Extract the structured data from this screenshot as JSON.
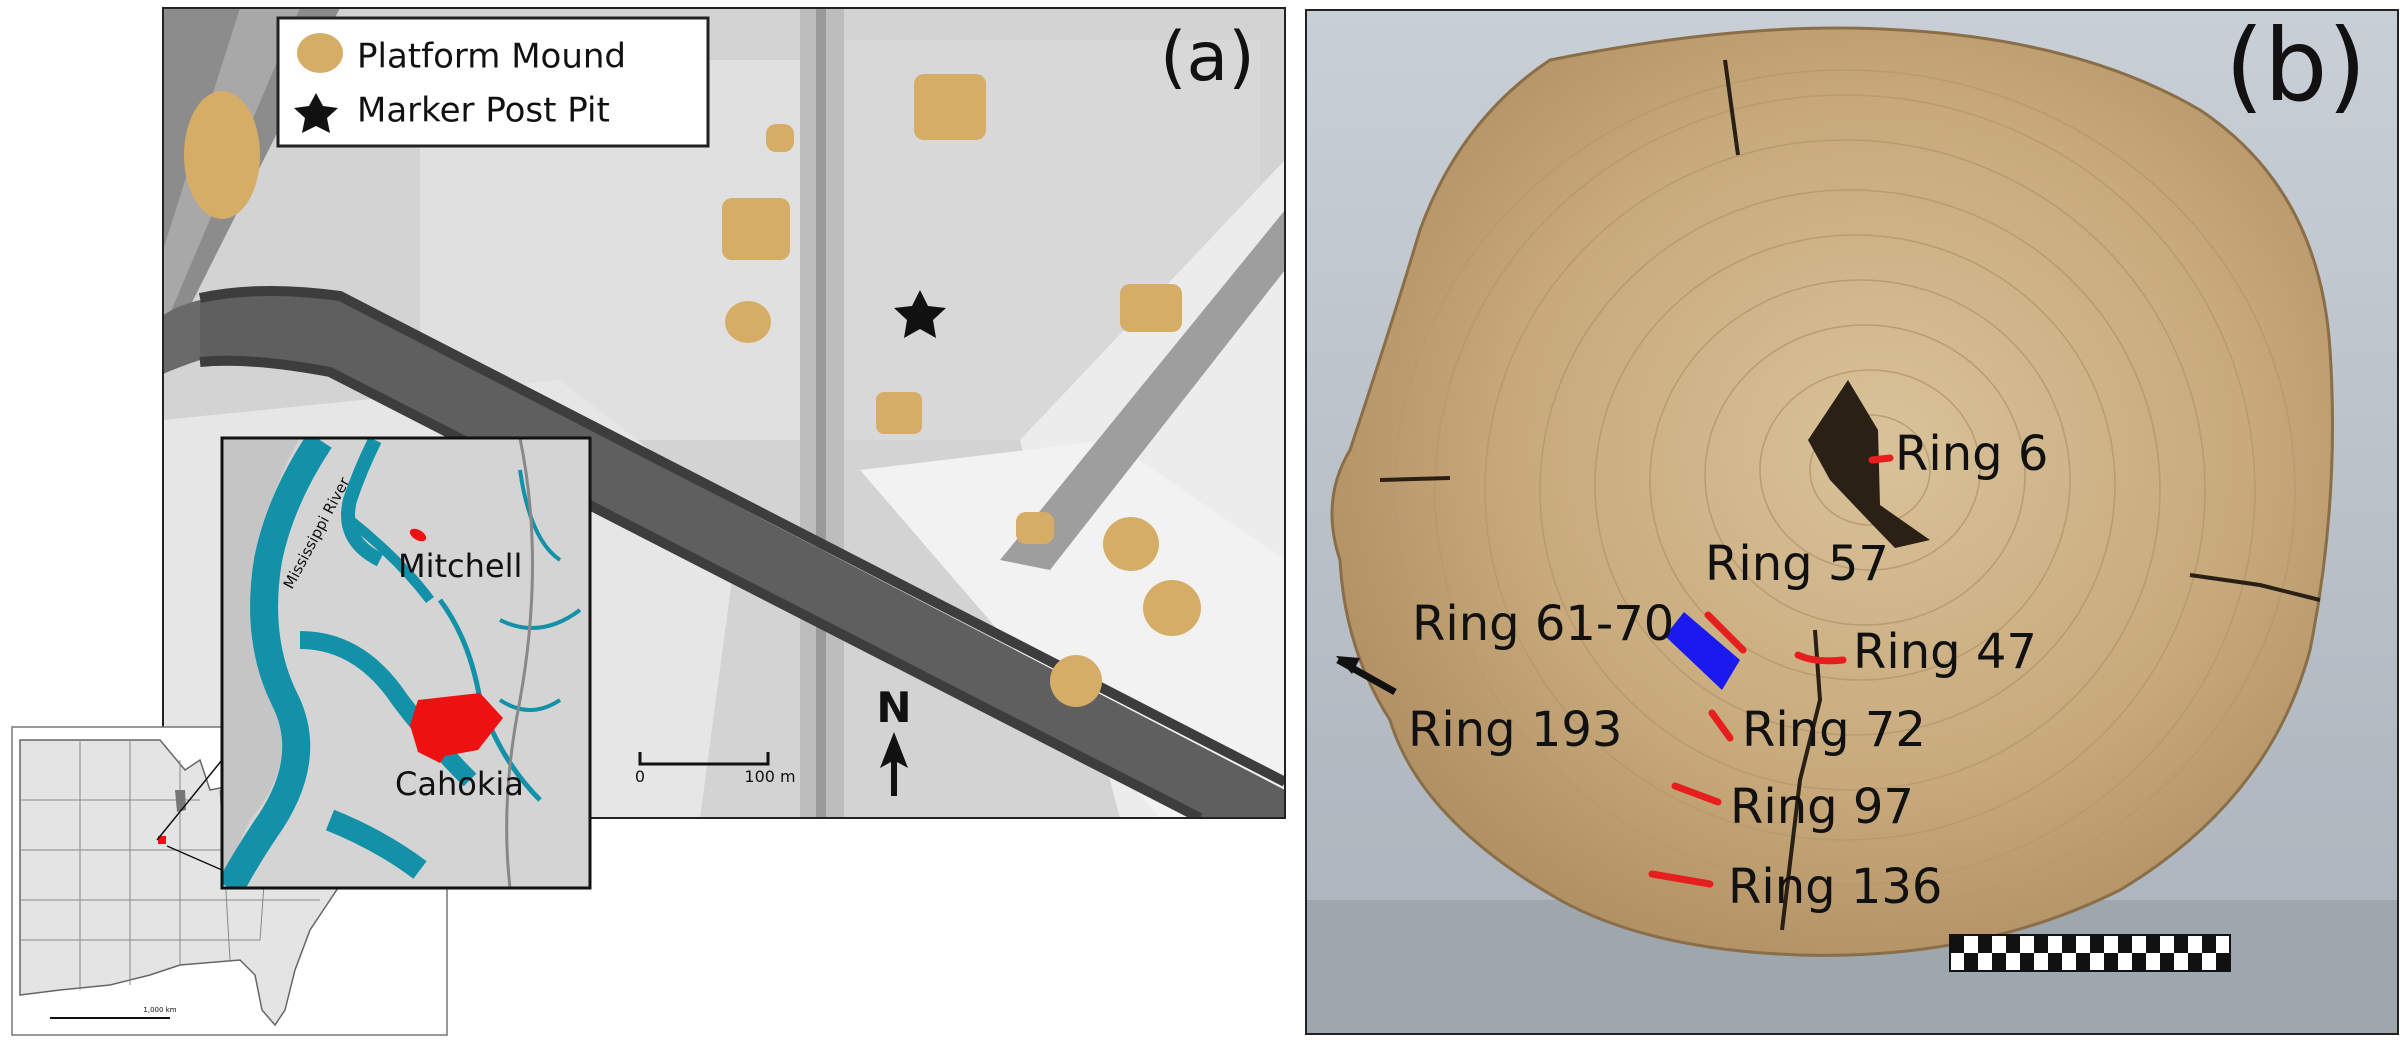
{
  "panel_a": {
    "label": "(a)",
    "legend": {
      "items": [
        {
          "label": "Platform Mound",
          "symbol": "mound"
        },
        {
          "label": "Marker Post Pit",
          "symbol": "star"
        }
      ]
    },
    "scale_bar": {
      "start": "0",
      "end": "100 m"
    },
    "north_label": "N",
    "inset": {
      "river_label": "Mississippi River",
      "sites": [
        "Mitchell",
        "Cahokia"
      ],
      "usa_scale_label": "1,000 km"
    },
    "colors": {
      "mound": "#d6ad67",
      "site": "#ee1111",
      "river": "#1391a8",
      "star": "#111111"
    }
  },
  "panel_b": {
    "label": "(b)",
    "ring_labels": [
      "Ring 6",
      "Ring 57",
      "Ring 61-70",
      "Ring 47",
      "Ring 193",
      "Ring 72",
      "Ring 97",
      "Ring 136"
    ],
    "colors": {
      "ring_mark": "#e61e1e",
      "sampled_block": "#1a1aee",
      "wood": "#c9ad82"
    }
  }
}
